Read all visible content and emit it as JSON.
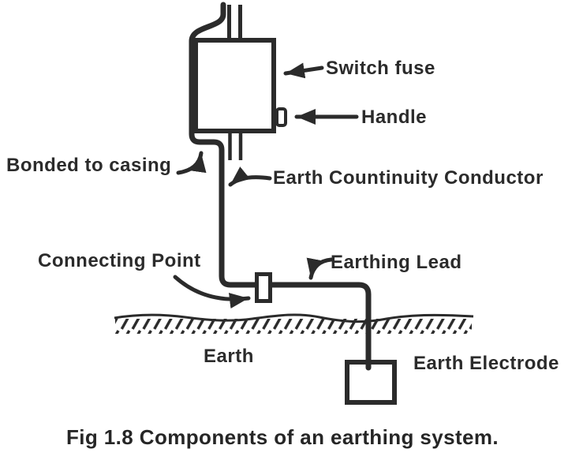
{
  "figure": {
    "caption": "Fig 1.8 Components of an earthing system.",
    "labels": {
      "switch_fuse": "Switch fuse",
      "handle": "Handle",
      "bonded_to_casing": "Bonded to casing",
      "earth_continuity_conductor": "Earth Countinuity Conductor",
      "connecting_point": "Connecting Point",
      "earthing_lead": "Earthing Lead",
      "earth": "Earth",
      "earth_electrode": "Earth Electrode"
    },
    "colors": {
      "ink": "#2b2b2b",
      "background": "#ffffff"
    }
  }
}
